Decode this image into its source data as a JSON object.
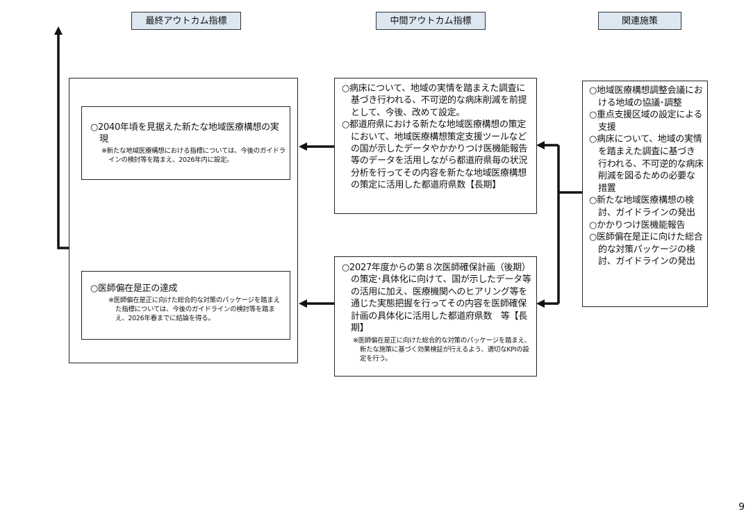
{
  "headers": {
    "final": "最終アウトカム指標",
    "intermediate": "中間アウトカム指標",
    "related": "関連施策"
  },
  "final_outcomes": [
    {
      "text": "2040年頃を見据えた新たな地域医療構想の実現",
      "note": "※新たな地域医療構想における指標については、今後のガイドラインの検討等を踏まえ、2026年内に設定。"
    },
    {
      "text": "医師偏在是正の達成",
      "note": "※医師偏在是正に向けた総合的な対策のパッケージを踏まえた指標については、今後のガイドラインの検討等を踏まえ、2026年春までに結論を得る。"
    }
  ],
  "intermediate_outcomes": {
    "upper": [
      "病床について、地域の実情を踏まえた調査に基づき行われる、不可逆的な病床削減を前提として、今後、改めて設定。",
      "都道府県における新たな地域医療構想の策定において、地域医療構想策定支援ツールなどの国が示したデータやかかりつけ医機能報告等のデータを活用しながら都道府県毎の状況分析を行ってその内容を新たな地域医療構想の策定に活用した都道府県数【長期】"
    ],
    "lower": {
      "text": "2027年度からの第８次医師確保計画（後期）の策定･具体化に向けて、国が示したデータ等の活用に加え、医療機関へのヒアリング等を通じた実態把握を行ってその内容を医師確保計画の具体化に活用した都道府県数　等【長期】",
      "note": "※医師偏在是正に向けた総合的な対策のパッケージを踏まえ、新たな施策に基づく効果検証が行えるよう、適切なKPIの設定を行う。"
    }
  },
  "related_measures": [
    "地域医療構想調整会議における地域の協議･調整",
    "重点支援区域の設定による支援",
    "病床について、地域の実情を踏まえた調査に基づき行われる、不可逆的な病床削減を図るための必要な措置",
    "新たな地域医療構想の検討、ガイドラインの発出",
    "かかりつけ医機能報告",
    "医師偏在是正に向けた総合的な対策パッケージの検討、ガイドラインの発出"
  ],
  "page_number": "9"
}
